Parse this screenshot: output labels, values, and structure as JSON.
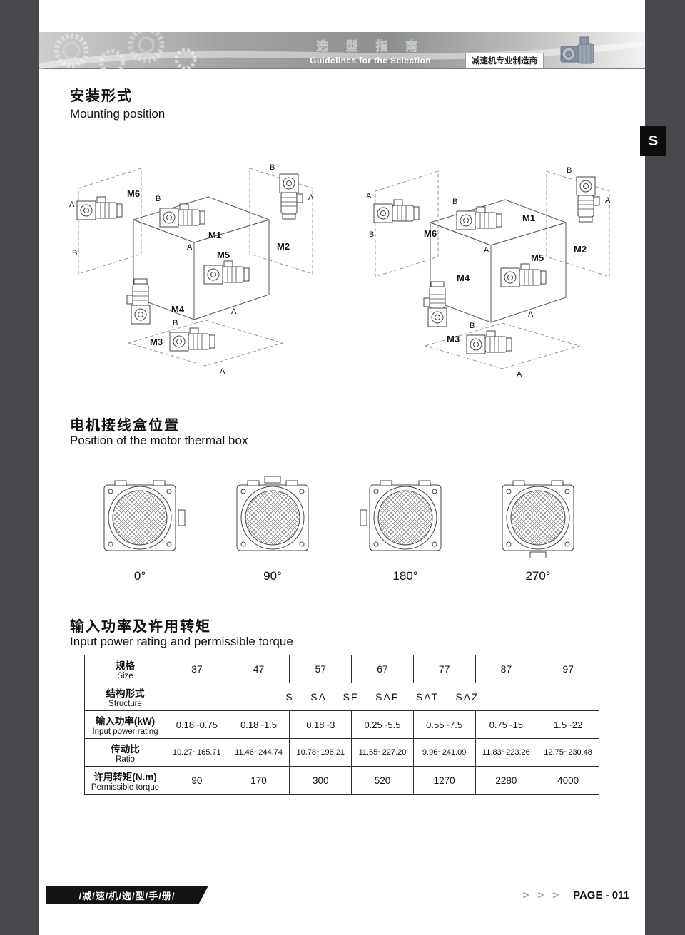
{
  "header": {
    "title_cn": "选 型 指 南",
    "title_en": "Guidelines for the Selection",
    "badge": "减速机专业制造商"
  },
  "side_tab": "S",
  "mounting": {
    "title_cn": "安装形式",
    "title_en": "Mounting position",
    "m_labels": [
      "M1",
      "M2",
      "M3",
      "M4",
      "M5",
      "M6"
    ],
    "label_a": "A",
    "label_b": "B"
  },
  "thermal": {
    "title_cn": "电机接线盒位置",
    "title_en": "Position of the motor thermal box",
    "angles": [
      "0°",
      "90°",
      "180°",
      "270°"
    ]
  },
  "power": {
    "title_cn": "输入功率及许用转矩",
    "title_en": "Input power rating and permissible torque"
  },
  "table": {
    "rows": {
      "size": {
        "cn": "规格",
        "en": "Size"
      },
      "structure": {
        "cn": "结构形式",
        "en": "Structure"
      },
      "input": {
        "cn": "输入功率(kW)",
        "en": "Input power rating"
      },
      "ratio": {
        "cn": "传动比",
        "en": "Ratio"
      },
      "torque": {
        "cn": "许用转矩(N.m)",
        "en": "Permissible torque"
      }
    },
    "sizes": [
      "37",
      "47",
      "57",
      "67",
      "77",
      "87",
      "97"
    ],
    "structure_values": "S    SA    SF    SAF    SAT    SAZ",
    "input_power": [
      "0.18~0.75",
      "0.18~1.5",
      "0.18~3",
      "0.25~5.5",
      "0.55~7.5",
      "0.75~15",
      "1.5~22"
    ],
    "ratio": [
      "10.27~165.71",
      "11.46~244.74",
      "10.78~196.21",
      "11.55~227.20",
      "9.96~241.09",
      "11.83~223.26",
      "12.75~230.48"
    ],
    "torque": [
      "90",
      "170",
      "300",
      "520",
      "1270",
      "2280",
      "4000"
    ]
  },
  "footer": {
    "manual": "/减/速/机/选/型/手/册/",
    "arrows": ">  >  >",
    "page": "PAGE - 011"
  }
}
